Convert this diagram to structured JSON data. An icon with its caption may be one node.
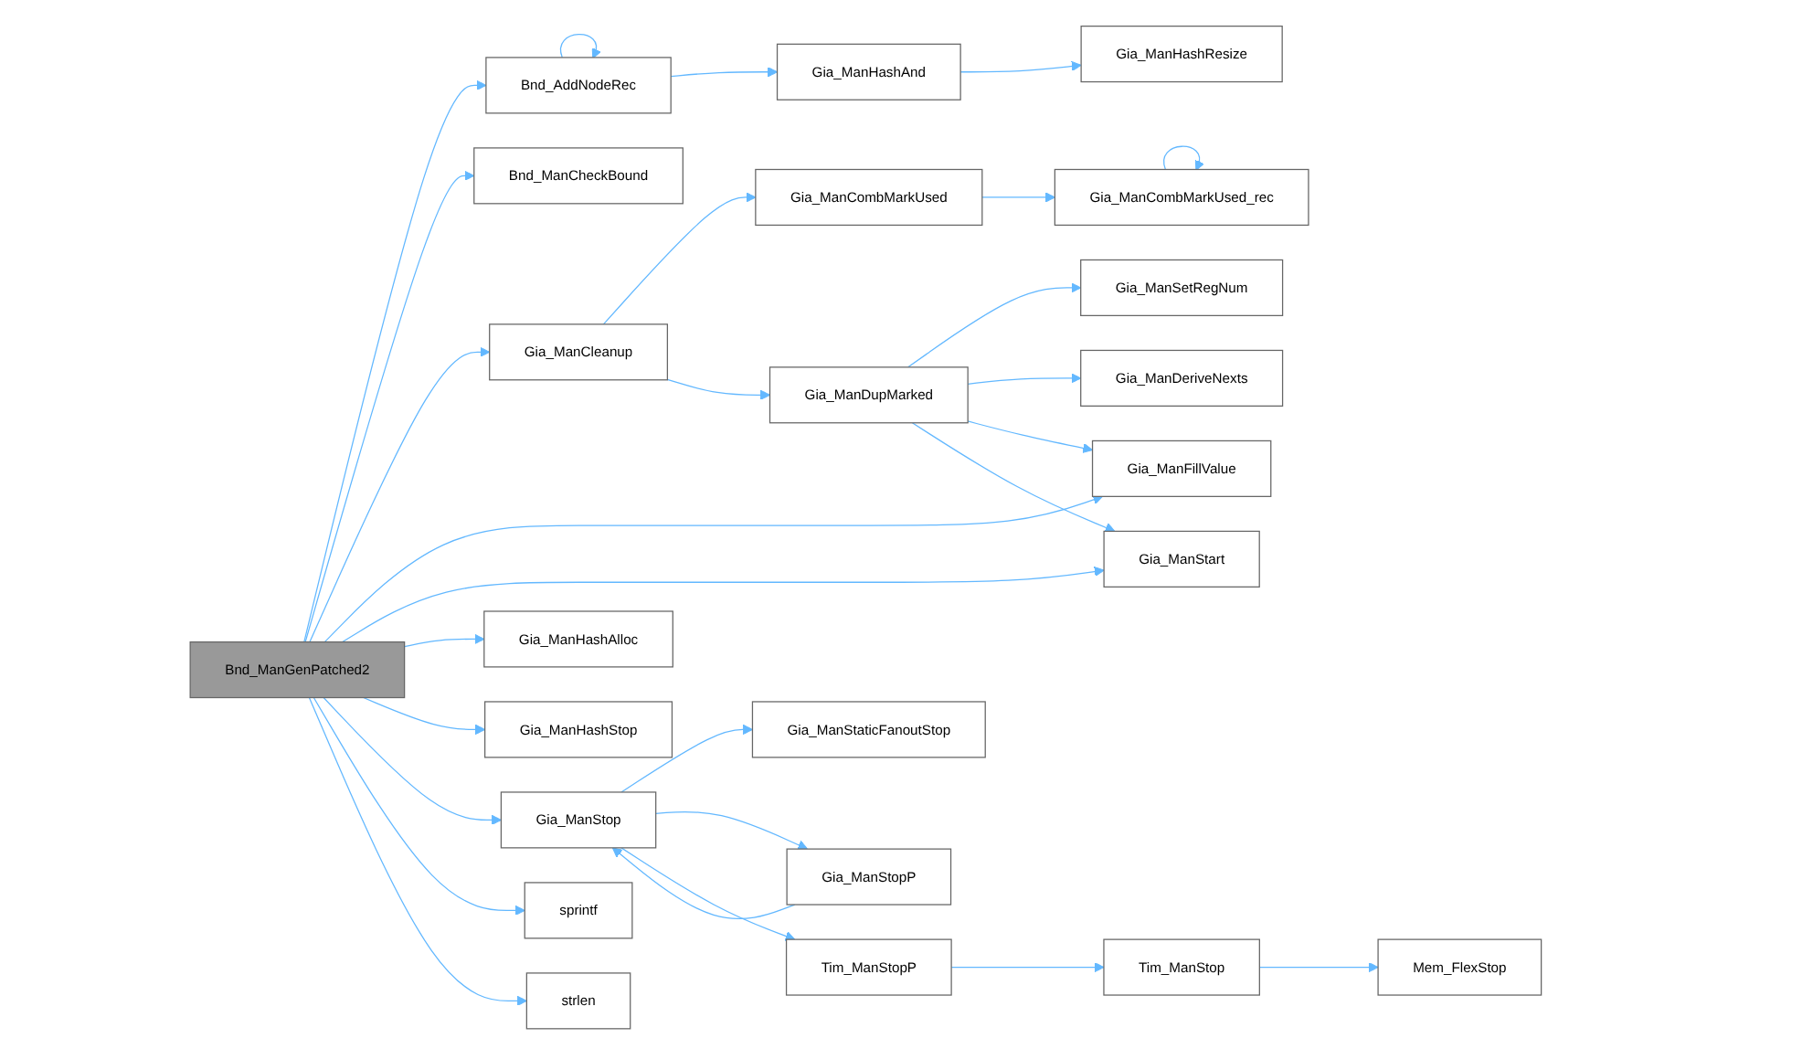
{
  "diagram": {
    "nodes": [
      {
        "text": [
          "Bnd_ManGenPatched2"
        ]
      },
      {
        "text": [
          "Bnd_AddNodeRec"
        ]
      },
      {
        "text": [
          "Gia_ManHashAnd"
        ]
      },
      {
        "text": [
          "Gia_ManHashResize"
        ]
      },
      {
        "text": [
          "Bnd_ManCheckBound"
        ]
      },
      {
        "text": [
          "Gia_ManCleanup"
        ]
      },
      {
        "text": [
          "Gia_ManCombMarkUsed"
        ]
      },
      {
        "text": [
          "Gia_ManCombMarkUsed_rec"
        ]
      },
      {
        "text": [
          "Gia_ManDupMarked"
        ]
      },
      {
        "text": [
          "Gia_ManSetRegNum"
        ]
      },
      {
        "text": [
          "Gia_ManDeriveNexts"
        ]
      },
      {
        "text": [
          "Gia_ManFillValue"
        ]
      },
      {
        "text": [
          "Gia_ManStart"
        ]
      },
      {
        "text": [
          "Gia_ManHashAlloc"
        ]
      },
      {
        "text": [
          "Gia_ManHashStop"
        ]
      },
      {
        "text": [
          "Gia_ManStop"
        ]
      },
      {
        "text": [
          "Gia_ManStaticFanoutStop"
        ]
      },
      {
        "text": [
          "Gia_ManStopP"
        ]
      },
      {
        "text": [
          "Tim_ManStopP"
        ]
      },
      {
        "text": [
          "Tim_ManStop"
        ]
      },
      {
        "text": [
          "Mem_FlexStop"
        ]
      },
      {
        "text": [
          "sprintf"
        ]
      },
      {
        "text": [
          "strlen"
        ]
      }
    ],
    "edges": [
      {
        "from": 0,
        "to": 1,
        "arrow": "to"
      },
      {
        "from": 1,
        "to": 1,
        "arrow": "to"
      },
      {
        "from": 1,
        "to": 2,
        "arrow": "to"
      },
      {
        "from": 2,
        "to": 3,
        "arrow": "to"
      },
      {
        "from": 0,
        "to": 4,
        "arrow": "to"
      },
      {
        "from": 0,
        "to": 5,
        "arrow": "to"
      },
      {
        "from": 5,
        "to": 6,
        "arrow": "to"
      },
      {
        "from": 6,
        "to": 7,
        "arrow": "to"
      },
      {
        "from": 7,
        "to": 7,
        "arrow": "to"
      },
      {
        "from": 5,
        "to": 8,
        "arrow": "to"
      },
      {
        "from": 8,
        "to": 9,
        "arrow": "to"
      },
      {
        "from": 8,
        "to": 10,
        "arrow": "to"
      },
      {
        "from": 8,
        "to": 11,
        "arrow": "to"
      },
      {
        "from": 8,
        "to": 12,
        "arrow": "to"
      },
      {
        "from": 0,
        "to": 11,
        "arrow": "to"
      },
      {
        "from": 0,
        "to": 12,
        "arrow": "to"
      },
      {
        "from": 0,
        "to": 13,
        "arrow": "to"
      },
      {
        "from": 0,
        "to": 14,
        "arrow": "to"
      },
      {
        "from": 0,
        "to": 15,
        "arrow": "to"
      },
      {
        "from": 15,
        "to": 16,
        "arrow": "to"
      },
      {
        "from": 15,
        "to": 17,
        "arrow": "to"
      },
      {
        "from": 17,
        "to": 15,
        "arrow": "to"
      },
      {
        "from": 15,
        "to": 18,
        "arrow": "to"
      },
      {
        "from": 18,
        "to": 19,
        "arrow": "to"
      },
      {
        "from": 19,
        "to": 20,
        "arrow": "to"
      },
      {
        "from": 0,
        "to": 21,
        "arrow": "to"
      },
      {
        "from": 0,
        "to": 22,
        "arrow": "to"
      }
    ]
  }
}
